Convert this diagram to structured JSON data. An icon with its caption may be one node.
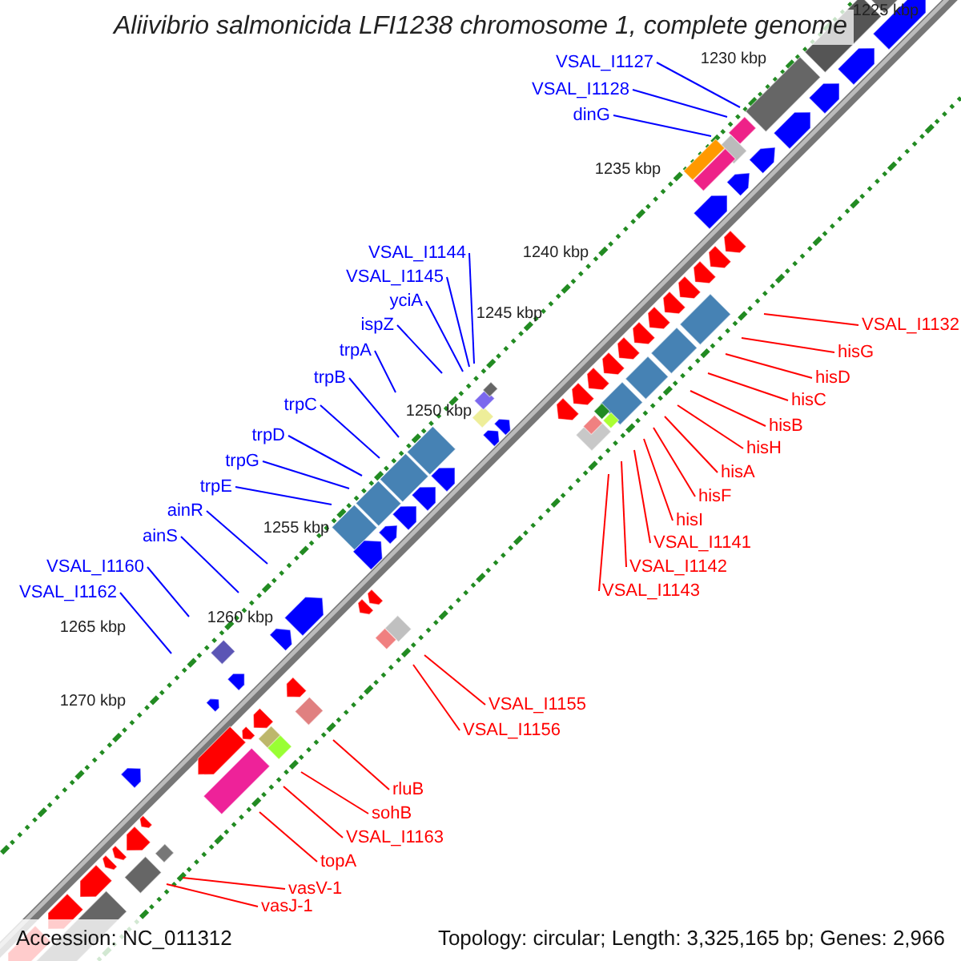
{
  "diagram": {
    "title": "Aliivibrio salmonicida LFI1238 chromosome 1, complete genome",
    "nodes": [
      {
        "text": [
          "VSAL_I1127"
        ]
      },
      {
        "text": [
          "VSAL_I1128"
        ]
      },
      {
        "text": [
          "dinG"
        ]
      },
      {
        "text": [
          "VSAL_I1144"
        ]
      },
      {
        "text": [
          "VSAL_I1145"
        ]
      },
      {
        "text": [
          "yciA"
        ]
      },
      {
        "text": [
          "ispZ"
        ]
      },
      {
        "text": [
          "trpA"
        ]
      },
      {
        "text": [
          "trpB"
        ]
      },
      {
        "text": [
          "trpC"
        ]
      },
      {
        "text": [
          "trpD"
        ]
      },
      {
        "text": [
          "trpG"
        ]
      },
      {
        "text": [
          "trpE"
        ]
      },
      {
        "text": [
          "ainR"
        ]
      },
      {
        "text": [
          "ainS"
        ]
      },
      {
        "text": [
          "VSAL_I1160"
        ]
      },
      {
        "text": [
          "VSAL_I1162"
        ]
      },
      {
        "text": [
          "VSAL_I1132"
        ]
      },
      {
        "text": [
          "hisG"
        ]
      },
      {
        "text": [
          "hisD"
        ]
      },
      {
        "text": [
          "hisC"
        ]
      },
      {
        "text": [
          "hisB"
        ]
      },
      {
        "text": [
          "hisH"
        ]
      },
      {
        "text": [
          "hisA"
        ]
      },
      {
        "text": [
          "hisF"
        ]
      },
      {
        "text": [
          "hisI"
        ]
      },
      {
        "text": [
          "VSAL_I1141"
        ]
      },
      {
        "text": [
          "VSAL_I1142"
        ]
      },
      {
        "text": [
          "VSAL_I1143"
        ]
      },
      {
        "text": [
          "VSAL_I1155"
        ]
      },
      {
        "text": [
          "VSAL_I1156"
        ]
      },
      {
        "text": [
          "rluB"
        ]
      },
      {
        "text": [
          "sohB"
        ]
      },
      {
        "text": [
          "VSAL_I1163"
        ]
      },
      {
        "text": [
          "topA"
        ]
      },
      {
        "text": [
          "vasV-1"
        ]
      },
      {
        "text": [
          "vasJ-1"
        ]
      }
    ],
    "edges": [
      {
        "from": 0,
        "to": null,
        "arrow": "none",
        "color": "#0000ff"
      },
      {
        "from": 1,
        "to": null,
        "arrow": "none",
        "color": "#0000ff"
      },
      {
        "from": 2,
        "to": null,
        "arrow": "none",
        "color": "#0000ff"
      },
      {
        "from": 3,
        "to": null,
        "arrow": "none",
        "color": "#0000ff"
      },
      {
        "from": 4,
        "to": null,
        "arrow": "none",
        "color": "#0000ff"
      },
      {
        "from": 5,
        "to": null,
        "arrow": "none",
        "color": "#0000ff"
      },
      {
        "from": 6,
        "to": null,
        "arrow": "none",
        "color": "#0000ff"
      },
      {
        "from": 7,
        "to": null,
        "arrow": "none",
        "color": "#0000ff"
      },
      {
        "from": 8,
        "to": null,
        "arrow": "none",
        "color": "#0000ff"
      },
      {
        "from": 9,
        "to": null,
        "arrow": "none",
        "color": "#0000ff"
      },
      {
        "from": 10,
        "to": null,
        "arrow": "none",
        "color": "#0000ff"
      },
      {
        "from": 11,
        "to": null,
        "arrow": "none",
        "color": "#0000ff"
      },
      {
        "from": 12,
        "to": null,
        "arrow": "none",
        "color": "#0000ff"
      },
      {
        "from": 13,
        "to": null,
        "arrow": "none",
        "color": "#0000ff"
      },
      {
        "from": 14,
        "to": null,
        "arrow": "none",
        "color": "#0000ff"
      },
      {
        "from": 15,
        "to": null,
        "arrow": "none",
        "color": "#0000ff"
      },
      {
        "from": 16,
        "to": null,
        "arrow": "none",
        "color": "#0000ff"
      },
      {
        "from": 17,
        "to": null,
        "arrow": "none"
      },
      {
        "from": 18,
        "to": null,
        "arrow": "none"
      },
      {
        "from": 19,
        "to": null,
        "arrow": "none"
      },
      {
        "from": 20,
        "to": null,
        "arrow": "none"
      },
      {
        "from": 21,
        "to": null,
        "arrow": "none"
      },
      {
        "from": 22,
        "to": null,
        "arrow": "none"
      },
      {
        "from": 23,
        "to": null,
        "arrow": "none"
      },
      {
        "from": 24,
        "to": null,
        "arrow": "none"
      },
      {
        "from": 25,
        "to": null,
        "arrow": "none"
      },
      {
        "from": 26,
        "to": null,
        "arrow": "none"
      },
      {
        "from": 27,
        "to": null,
        "arrow": "none"
      },
      {
        "from": 28,
        "to": null,
        "arrow": "none"
      },
      {
        "from": 29,
        "to": null,
        "arrow": "none"
      },
      {
        "from": 30,
        "to": null,
        "arrow": "none"
      },
      {
        "from": 31,
        "to": null,
        "arrow": "none"
      },
      {
        "from": 32,
        "to": null,
        "arrow": "none"
      },
      {
        "from": 33,
        "to": null,
        "arrow": "none"
      },
      {
        "from": 34,
        "to": null,
        "arrow": "none"
      },
      {
        "from": 35,
        "to": null,
        "arrow": "none"
      },
      {
        "from": 36,
        "to": null,
        "arrow": "none"
      }
    ],
    "labels": [
      "1225 kbp",
      "1230 kbp",
      "1235 kbp",
      "1240 kbp",
      "1245 kbp",
      "1250 kbp",
      "1255 kbp",
      "1260 kbp",
      "1265 kbp",
      "1270 kbp",
      "Accession: NC_011312",
      "Topology: circular; Length: 3,325,165 bp; Genes: 2,966"
    ]
  }
}
